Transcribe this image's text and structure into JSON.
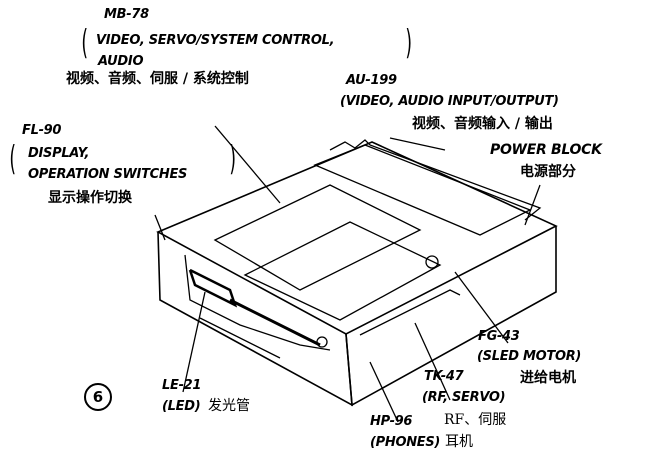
{
  "figure_number": "6",
  "labels": {
    "mb78": {
      "code": "MB-78",
      "desc1": "VIDEO, SERVO/SYSTEM CONTROL,",
      "desc2": "AUDIO",
      "cn": "视频、音频、伺服 / 系统控制"
    },
    "au199": {
      "code": "AU-199",
      "desc": "(VIDEO, AUDIO INPUT/OUTPUT)",
      "cn": "视频、音频输入 / 输出"
    },
    "power": {
      "code": "POWER BLOCK",
      "cn": "电源部分"
    },
    "fl90": {
      "code": "FL-90",
      "desc1": "DISPLAY,",
      "desc2": "OPERATION SWITCHES",
      "cn": "显示操作切换"
    },
    "fg43": {
      "code": "FG-43",
      "desc": "(SLED MOTOR)",
      "cn": "进给电机"
    },
    "tk47": {
      "code": "TK-47",
      "desc": "(RF, SERVO)",
      "cn": "RF、伺服"
    },
    "hp96": {
      "code": "HP-96",
      "desc": "(PHONES)",
      "cn": "耳机"
    },
    "le21": {
      "code": "LE-21",
      "desc": "(LED)",
      "cn": "发光管"
    }
  }
}
